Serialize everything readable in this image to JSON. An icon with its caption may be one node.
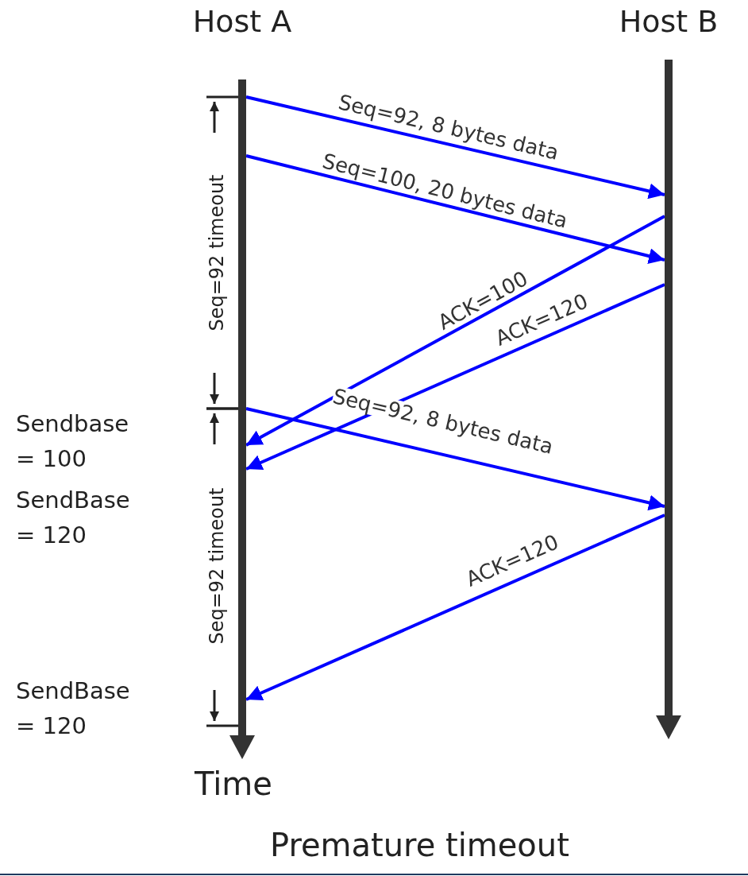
{
  "diagram": {
    "caption": "Premature timeout",
    "nodes": [
      {
        "text": [
          "Host A"
        ]
      },
      {
        "text": [
          "Host B"
        ]
      }
    ],
    "edges": [
      {
        "from": 0,
        "to": 1,
        "arrow": "to",
        "label": "Seq=92, 8 bytes data"
      },
      {
        "from": 0,
        "to": 1,
        "arrow": "to",
        "label": "Seq=100, 20 bytes data"
      },
      {
        "from": 1,
        "to": 0,
        "arrow": "to",
        "label": "ACK=100"
      },
      {
        "from": 1,
        "to": 0,
        "arrow": "to",
        "label": "ACK=120"
      },
      {
        "from": 0,
        "to": 1,
        "arrow": "to",
        "label": "Seq=92, 8 bytes data"
      },
      {
        "from": 1,
        "to": 0,
        "arrow": "to",
        "label": "ACK=120"
      }
    ],
    "labels": [
      "Seq=92 timeout",
      "Seq=92 timeout",
      "Sendbase = 100",
      "SendBase = 120",
      "SendBase = 120",
      "Time"
    ]
  }
}
